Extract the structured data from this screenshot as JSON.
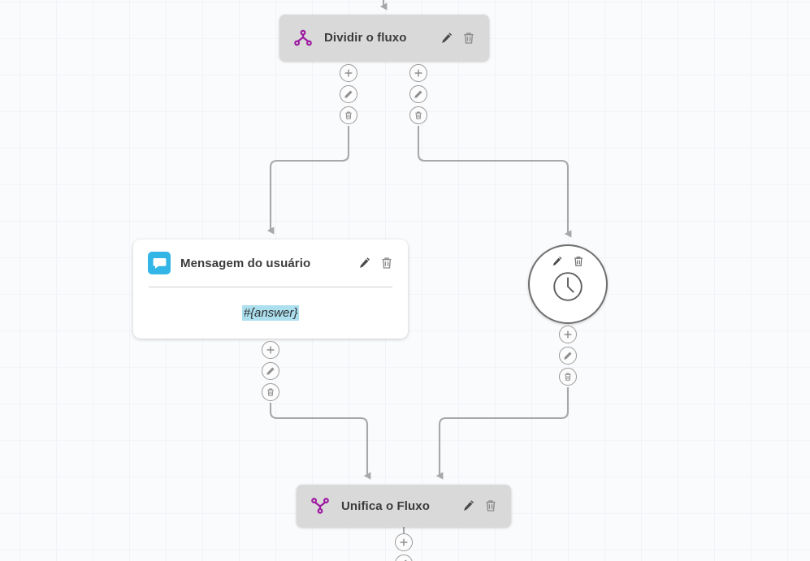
{
  "canvas": {
    "background_color": "#fafbfc",
    "grid_color": "#e9edf5",
    "edge_color": "#a8a8a8"
  },
  "nodes": [
    {
      "id": "split",
      "type": "split-flow",
      "title": "Dividir o fluxo",
      "icon": "split-flow-icon",
      "icon_color": "#9c18a0",
      "style": "gray-bar",
      "actions": [
        "edit-icon",
        "delete-icon"
      ]
    },
    {
      "id": "message",
      "type": "user-message",
      "title": "Mensagem do usuário",
      "icon": "chat-bubble-icon",
      "icon_bg_color": "#33b5e5",
      "style": "white-card",
      "actions": [
        "edit-icon",
        "delete-icon"
      ],
      "body_text": "#{answer}",
      "body_highlight_color": "#ace0ef"
    },
    {
      "id": "delay",
      "type": "delay",
      "title": "",
      "icon": "clock-icon",
      "style": "circle",
      "actions": [
        "edit-icon",
        "delete-icon"
      ]
    },
    {
      "id": "merge",
      "type": "merge-flow",
      "title": "Unifica o Fluxo",
      "icon": "merge-flow-icon",
      "icon_color": "#9c18a0",
      "style": "gray-bar",
      "actions": [
        "edit-icon",
        "delete-icon"
      ]
    }
  ],
  "port_stacks": {
    "buttons": [
      "add-icon",
      "edit-icon",
      "delete-icon"
    ],
    "labels": {
      "add": "+",
      "edit": "edit",
      "delete": "delete"
    }
  }
}
